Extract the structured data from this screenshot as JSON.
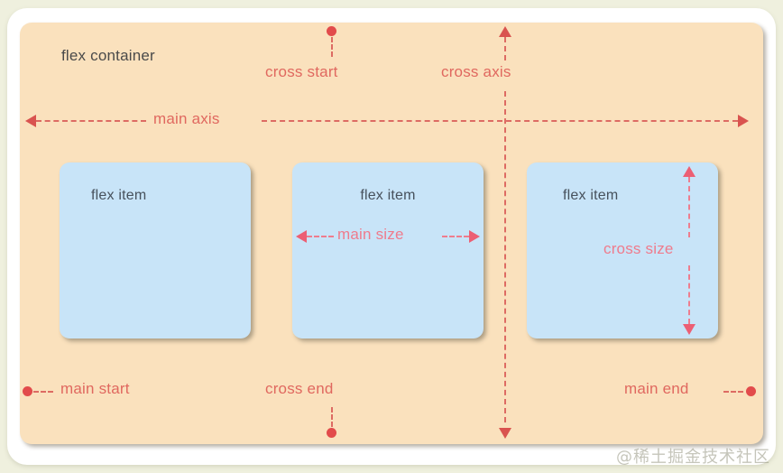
{
  "diagram": {
    "title": "flex container",
    "container_label": "flex container",
    "items": [
      {
        "label": "flex item"
      },
      {
        "label": "flex item"
      },
      {
        "label": "flex item"
      }
    ],
    "annotations": {
      "cross_start": "cross start",
      "cross_axis": "cross axis",
      "cross_end": "cross end",
      "main_axis": "main axis",
      "main_start": "main start",
      "main_end": "main end",
      "main_size": "main size",
      "cross_size": "cross size"
    },
    "colors": {
      "page_background": "#eff0de",
      "frame": "#ffffff",
      "container_fill": "#fae1bd",
      "item_fill": "#c8e4f8",
      "annotation_red": "#e0685f",
      "annotation_pink": "#ef7b8c",
      "arrow_red": "#d9534f",
      "arrow_pink": "#ec5f74",
      "dot_red": "#e24b4b",
      "container_label_text": "#4a4a4a",
      "item_label_text": "#47515c"
    }
  },
  "watermark": {
    "text": "@稀土掘金技术社区"
  }
}
